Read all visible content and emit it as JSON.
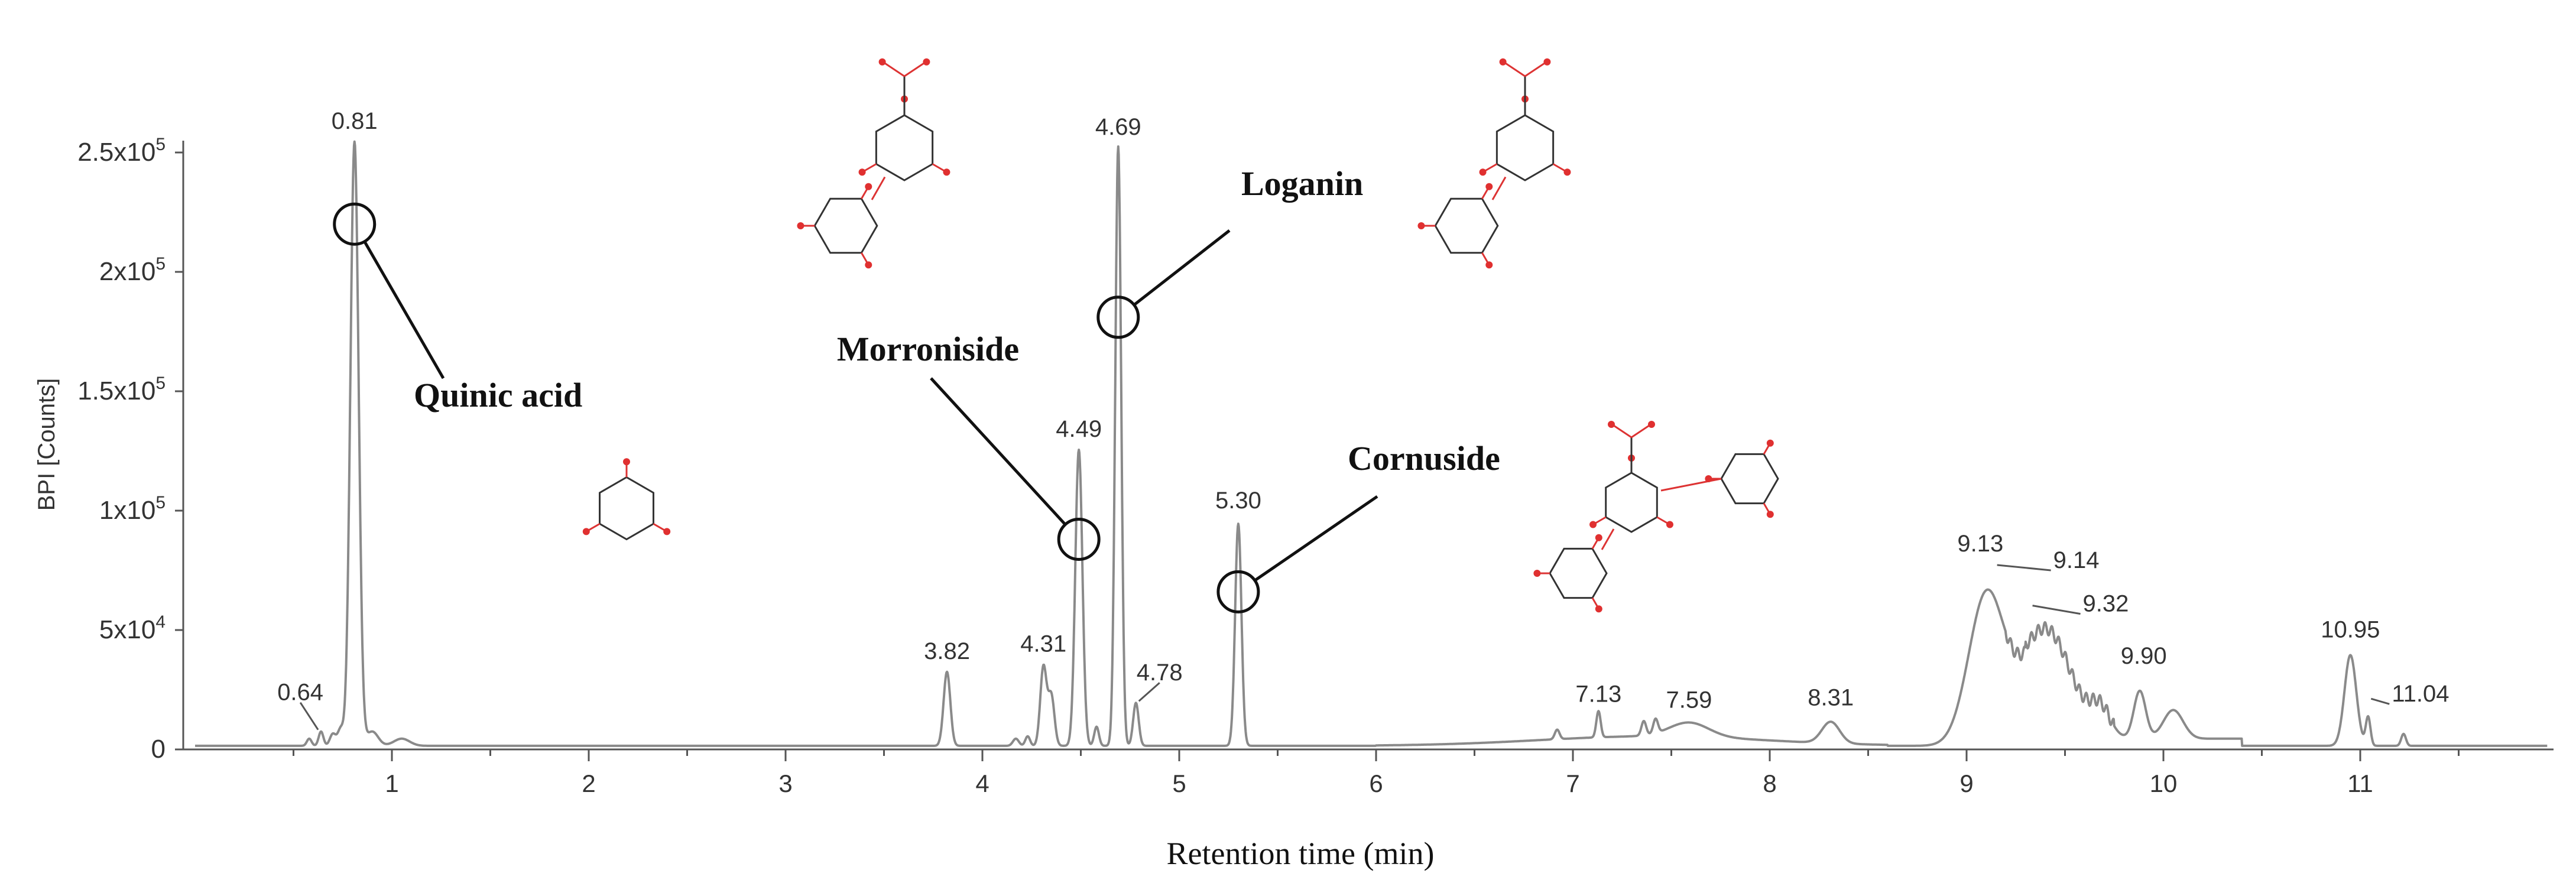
{
  "chart_data": {
    "type": "line",
    "xlabel": "Retention time (min)",
    "ylabel": "BPI [Counts]",
    "xlim": [
      0,
      12
    ],
    "ylim": [
      -5000,
      265000
    ],
    "x_ticks": [
      "1",
      "2",
      "3",
      "4",
      "5",
      "6",
      "7",
      "8",
      "9",
      "10",
      "11"
    ],
    "y_ticks": [
      {
        "value": 0,
        "base": "0",
        "exp": ""
      },
      {
        "value": 50000,
        "base": "5x10",
        "exp": "4"
      },
      {
        "value": 100000,
        "base": "1x10",
        "exp": "5"
      },
      {
        "value": 150000,
        "base": "1.5x10",
        "exp": "5"
      },
      {
        "value": 200000,
        "base": "2x10",
        "exp": "5"
      },
      {
        "value": 250000,
        "base": "2.5x10",
        "exp": "5"
      }
    ],
    "color": "#8a8a8a",
    "peaks": [
      {
        "label": "0.64",
        "x": 0.64,
        "y": 7000
      },
      {
        "label": "0.81",
        "x": 0.81,
        "y": 255000
      },
      {
        "label": "3.82",
        "x": 3.82,
        "y": 31000
      },
      {
        "label": "4.31",
        "x": 4.31,
        "y": 34000
      },
      {
        "label": "4.49",
        "x": 4.49,
        "y": 125000
      },
      {
        "label": "4.69",
        "x": 4.69,
        "y": 252000
      },
      {
        "label": "4.78",
        "x": 4.78,
        "y": 19000
      },
      {
        "label": "5.30",
        "x": 5.3,
        "y": 94000
      },
      {
        "label": "7.13",
        "x": 7.13,
        "y": 13000
      },
      {
        "label": "7.59",
        "x": 7.59,
        "y": 10000
      },
      {
        "label": "8.31",
        "x": 8.31,
        "y": 11000
      },
      {
        "label": "9.13",
        "x": 9.13,
        "y": 78000
      },
      {
        "label": "9.14",
        "x": 9.14,
        "y": 76000
      },
      {
        "label": "9.32",
        "x": 9.32,
        "y": 59000
      },
      {
        "label": "9.90",
        "x": 9.9,
        "y": 28000
      },
      {
        "label": "10.95",
        "x": 10.95,
        "y": 40000
      },
      {
        "label": "11.04",
        "x": 11.04,
        "y": 20000
      }
    ],
    "annotations": [
      {
        "name": "Quinic acid",
        "x": 0.81,
        "y": 220000
      },
      {
        "name": "Morroniside",
        "x": 4.49,
        "y": 88000
      },
      {
        "name": "Loganin",
        "x": 4.69,
        "y": 181000
      },
      {
        "name": "Cornuside",
        "x": 5.3,
        "y": 66000
      }
    ]
  }
}
